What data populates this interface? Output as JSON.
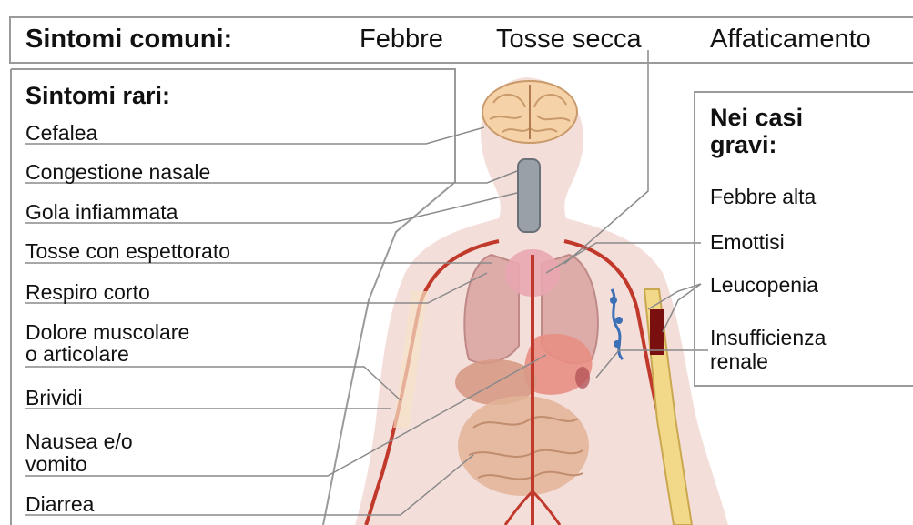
{
  "common": {
    "title": "Sintomi comuni:",
    "items": [
      "Febbre",
      "Tosse secca",
      "Affaticamento"
    ]
  },
  "rare": {
    "title": "Sintomi rari:",
    "items": [
      "Cefalea",
      "Congestione nasale",
      "Gola infiammata",
      "Tosse con espettorato",
      "Respiro corto",
      "Dolore muscolare",
      "o articolare",
      "Brividi",
      "Nausea e/o",
      "vomito",
      "Diarrea"
    ]
  },
  "severe": {
    "title_line1": "Nei casi",
    "title_line2": "gravi:",
    "items": [
      "Febbre alta",
      "Emottisi",
      "Leucopenia",
      "Insufficienza",
      "renale"
    ]
  },
  "colors": {
    "border": "#9a9a9a",
    "leader": "#8a8a8a",
    "body": "#f3dad6",
    "artery": "#c0392b",
    "bone": "#f2d98a",
    "organs": "#d9a98f"
  }
}
